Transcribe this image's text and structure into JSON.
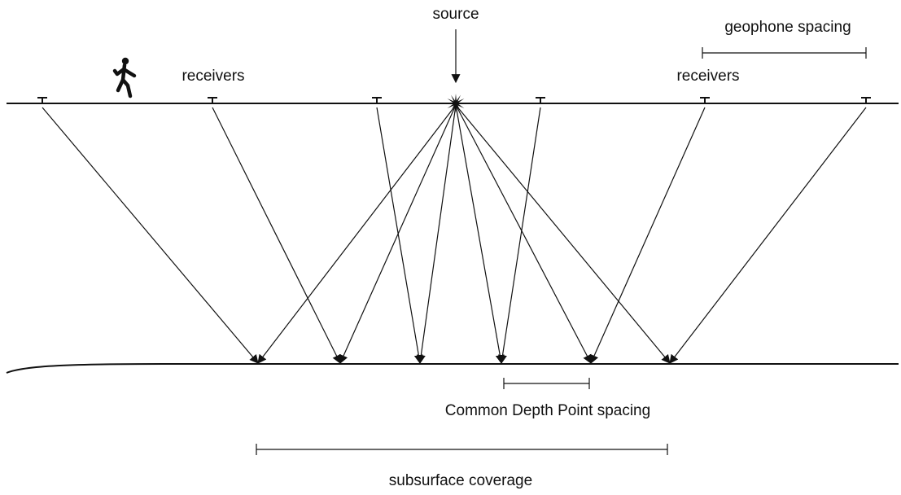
{
  "labels": {
    "source": "source",
    "geophone_spacing": "geophone spacing",
    "receivers_left": "receivers",
    "receivers_right": "receivers",
    "cdp_spacing": "Common Depth Point spacing",
    "subsurface_coverage": "subsurface coverage"
  },
  "icons": {
    "walker": "person-walking-icon",
    "source": "starburst-icon",
    "receiver": "geophone-icon"
  },
  "geometry_counts": {
    "receivers": 6,
    "reflection_points": 6
  }
}
